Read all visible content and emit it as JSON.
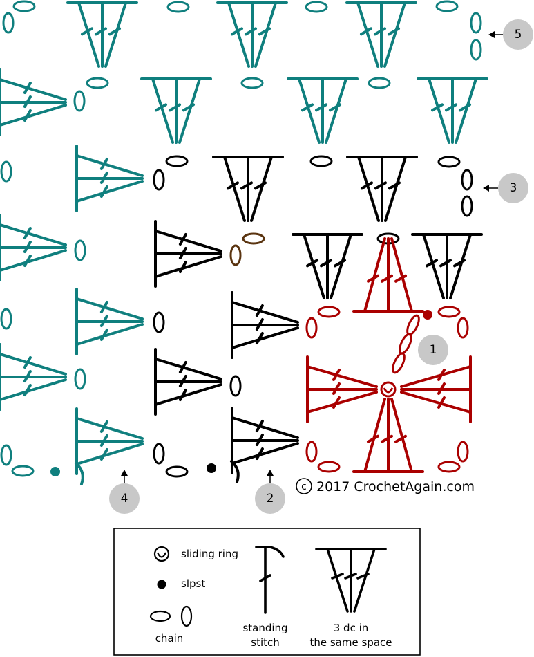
{
  "colors": {
    "teal": "#0f7f7e",
    "black": "#000000",
    "red": "#aa0000",
    "brown": "#5a3410",
    "badge": "#c8c8c8"
  },
  "markers": {
    "m1": "1",
    "m2": "2",
    "m3": "3",
    "m4": "4",
    "m5": "5"
  },
  "copyright": "2017 CrochetAgain.com",
  "legend": {
    "ring": "sliding ring",
    "slpst": "slpst",
    "chain": "chain",
    "standing_1": "standing",
    "standing_2": "stitch",
    "dc3_1": "3 dc in",
    "dc3_2": "the same space"
  }
}
